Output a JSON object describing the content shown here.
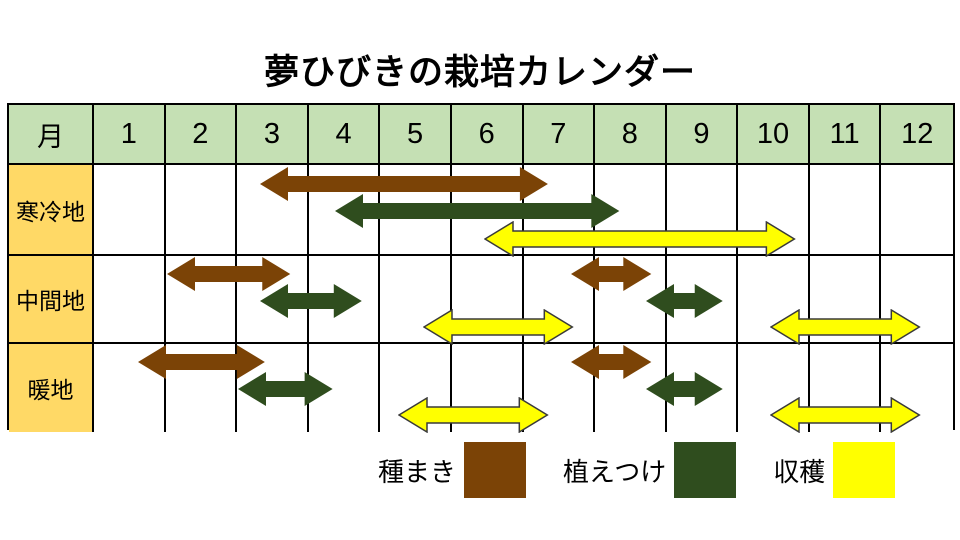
{
  "title": "夢ひびきの栽培カレンダー",
  "table": {
    "corner_header": "月",
    "month_headers": [
      "1",
      "2",
      "3",
      "4",
      "5",
      "6",
      "7",
      "8",
      "9",
      "10",
      "11",
      "12"
    ],
    "region_rows": [
      "寒冷地",
      "中間地",
      "暖地"
    ]
  },
  "legend": {
    "items": [
      {
        "label": "種まき",
        "key": "sowing",
        "color": "#7B4306"
      },
      {
        "label": "植えつけ",
        "key": "planting",
        "color": "#2F4D1E"
      },
      {
        "label": "収穫",
        "key": "harvest",
        "color": "#FFFF00"
      }
    ]
  },
  "colors": {
    "header_bg": "#C5E0B4",
    "row_label_bg": "#FFD966",
    "grid_line": "#000000",
    "harvest_outline": "#3A3A3A",
    "text": "#000000"
  },
  "chart_data": {
    "type": "gantt",
    "title": "夢ひびきの栽培カレンダー",
    "x_axis": {
      "label": "月",
      "ticks": [
        "1",
        "2",
        "3",
        "4",
        "5",
        "6",
        "7",
        "8",
        "9",
        "10",
        "11",
        "12"
      ],
      "range_months": [
        0,
        12
      ]
    },
    "bar_style": "double-headed-arrow",
    "legend_position": "bottom",
    "rows": [
      {
        "region": "寒冷地",
        "bars": [
          {
            "activity": "種まき",
            "start_month": 2.3,
            "end_month": 6.35
          },
          {
            "activity": "植えつけ",
            "start_month": 3.35,
            "end_month": 7.35
          },
          {
            "activity": "収穫",
            "start_month": 5.45,
            "end_month": 9.8
          }
        ]
      },
      {
        "region": "中間地",
        "bars": [
          {
            "activity": "種まき",
            "start_month": 1.0,
            "end_month": 2.75
          },
          {
            "activity": "植えつけ",
            "start_month": 2.3,
            "end_month": 3.75
          },
          {
            "activity": "収穫",
            "start_month": 4.6,
            "end_month": 6.7
          },
          {
            "activity": "種まき",
            "start_month": 6.65,
            "end_month": 7.8
          },
          {
            "activity": "植えつけ",
            "start_month": 7.7,
            "end_month": 8.8
          },
          {
            "activity": "収穫",
            "start_month": 9.45,
            "end_month": 11.55
          }
        ]
      },
      {
        "region": "暖地",
        "bars": [
          {
            "activity": "種まき",
            "start_month": 0.6,
            "end_month": 2.4
          },
          {
            "activity": "植えつけ",
            "start_month": 2.0,
            "end_month": 3.35
          },
          {
            "activity": "収穫",
            "start_month": 4.25,
            "end_month": 6.35
          },
          {
            "activity": "種まき",
            "start_month": 6.65,
            "end_month": 7.8
          },
          {
            "activity": "植えつけ",
            "start_month": 7.7,
            "end_month": 8.8
          },
          {
            "activity": "収穫",
            "start_month": 9.45,
            "end_month": 11.55
          }
        ]
      }
    ]
  }
}
